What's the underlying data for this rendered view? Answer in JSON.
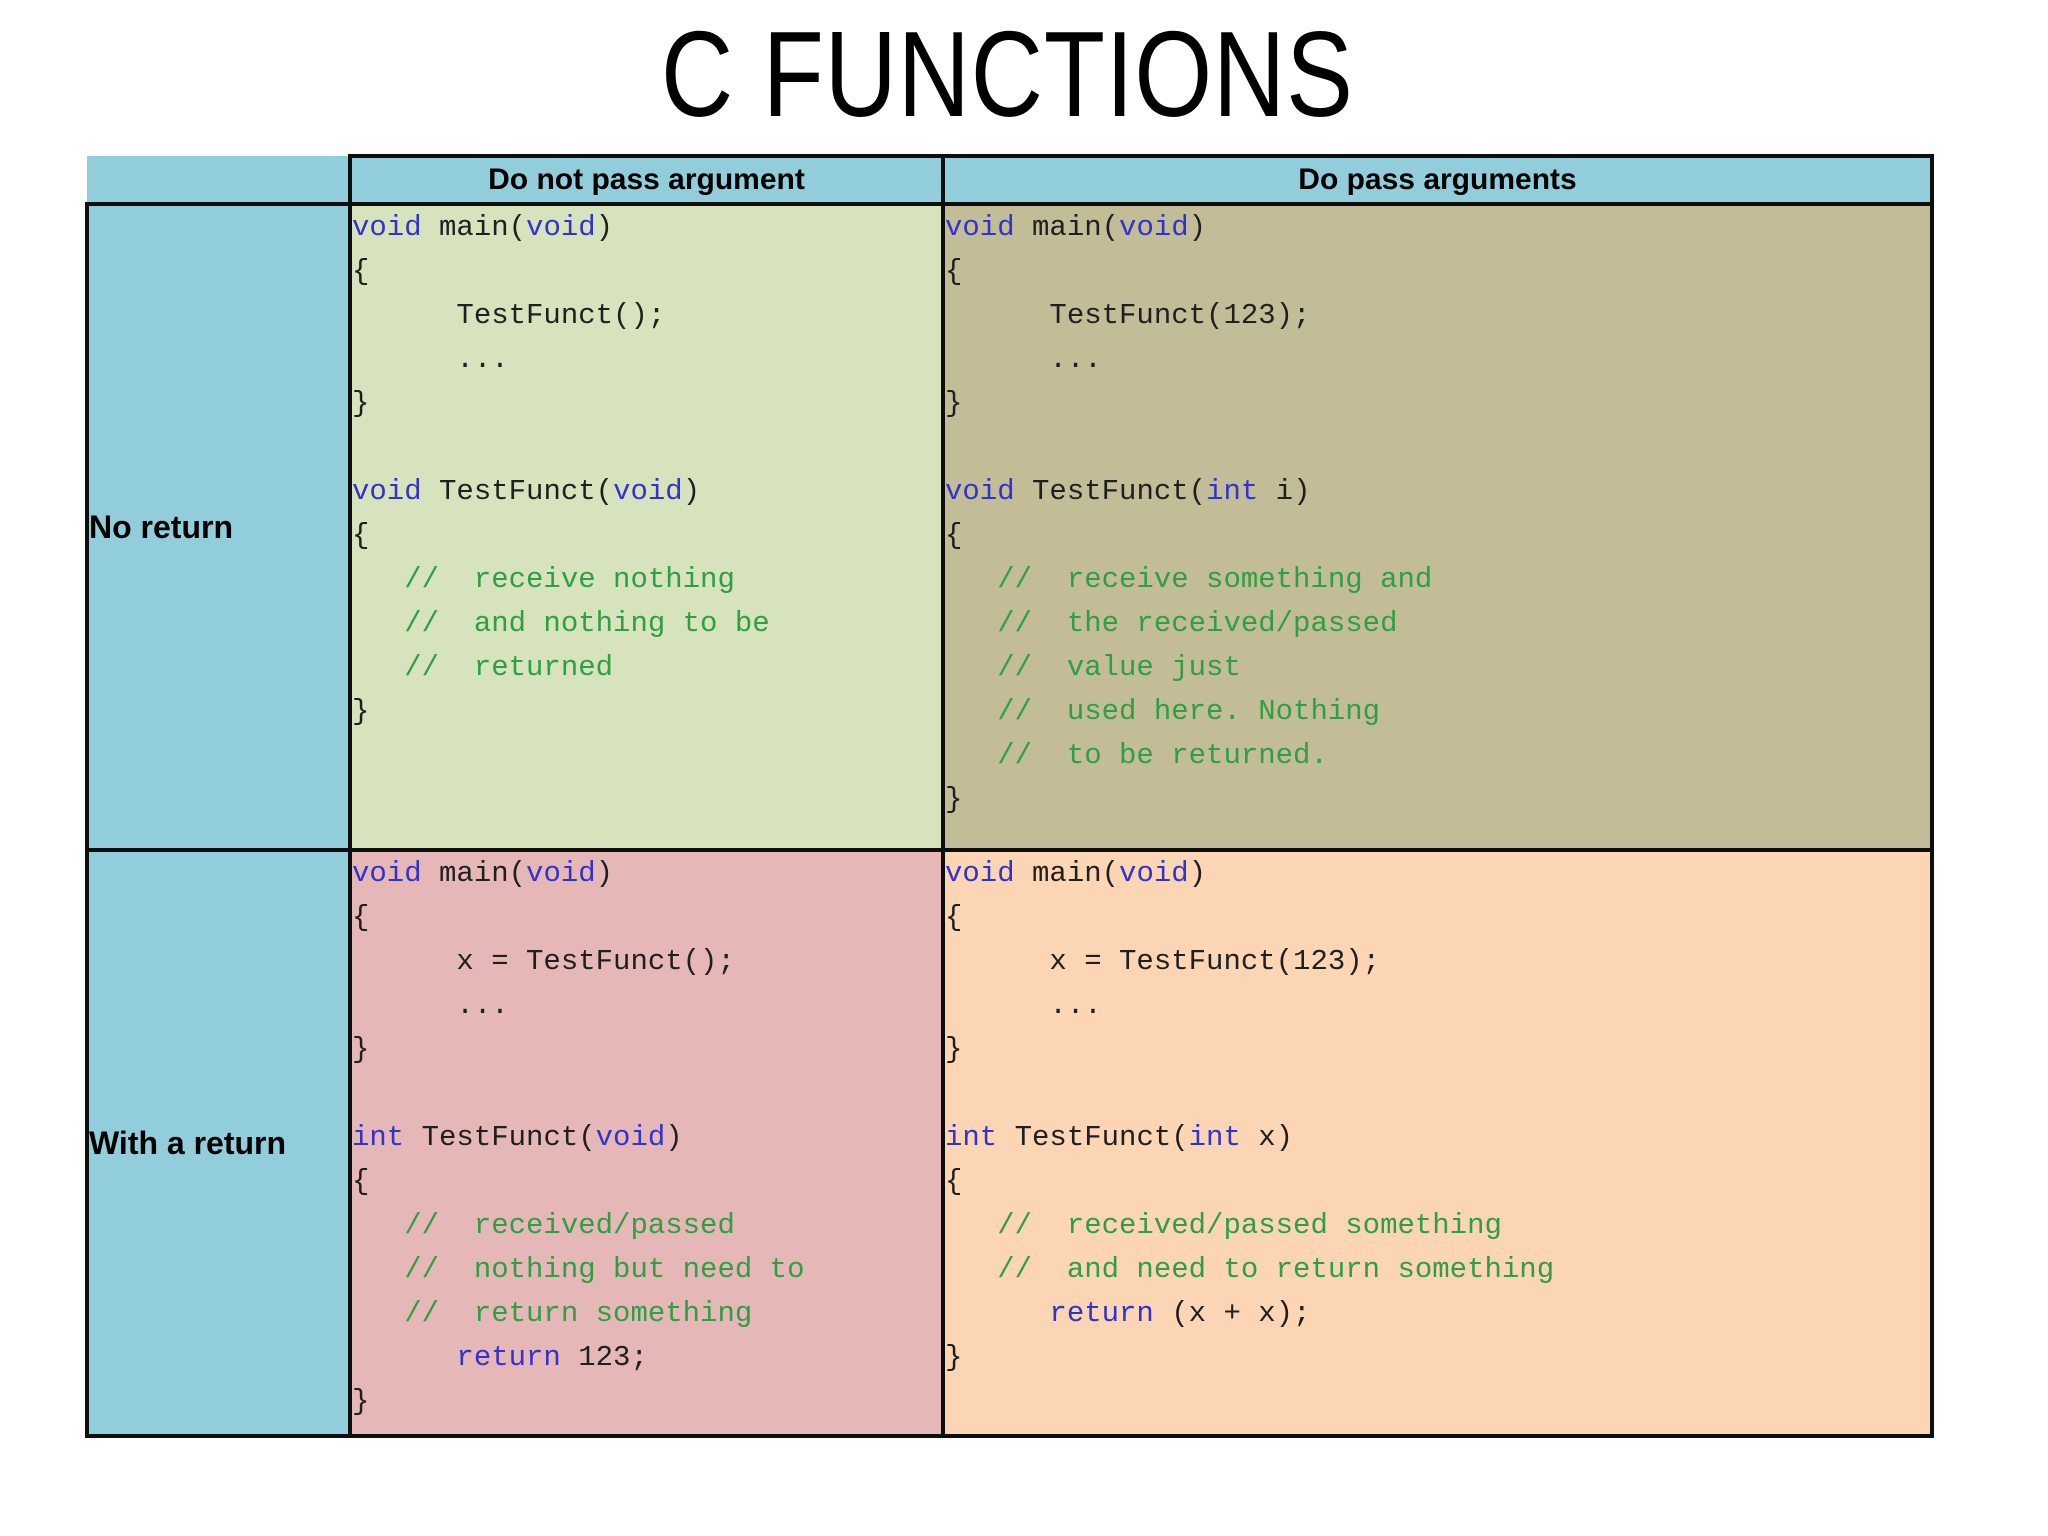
{
  "title": "C FUNCTIONS",
  "colors": {
    "header_bg": "#92cddc",
    "cell_green": "#d6e3bc",
    "cell_tan": "#c3bd97",
    "cell_rose": "#e5b8b7",
    "cell_peach": "#fcd5b4",
    "keyword": "#3232cd",
    "comment": "#2f9e44",
    "code_text": "#1f1f1f",
    "border": "#0e0e0e"
  },
  "table": {
    "col_headers": [
      "Do not pass argument",
      "Do pass arguments"
    ],
    "row_headers": [
      "No return",
      "With a return"
    ],
    "cells": [
      {
        "id": "no-return-no-args",
        "bg": "#d6e3bc",
        "lines": [
          [
            [
              "k",
              "void"
            ],
            [
              "p",
              " main("
            ],
            [
              "k",
              "void"
            ],
            [
              "p",
              ")"
            ]
          ],
          [
            [
              "p",
              "{"
            ]
          ],
          [
            [
              "p",
              "      TestFunct();"
            ]
          ],
          [
            [
              "p",
              "      ..."
            ]
          ],
          [
            [
              "p",
              "}"
            ]
          ],
          [],
          [
            [
              "k",
              "void"
            ],
            [
              "p",
              " TestFunct("
            ],
            [
              "k",
              "void"
            ],
            [
              "p",
              ")"
            ]
          ],
          [
            [
              "p",
              "{"
            ]
          ],
          [
            [
              "c",
              "   //  receive nothing"
            ]
          ],
          [
            [
              "c",
              "   //  and nothing to be"
            ]
          ],
          [
            [
              "c",
              "   //  returned"
            ]
          ],
          [
            [
              "p",
              "}"
            ]
          ]
        ]
      },
      {
        "id": "no-return-args",
        "bg": "#c3bd97",
        "lines": [
          [
            [
              "k",
              "void"
            ],
            [
              "p",
              " main("
            ],
            [
              "k",
              "void"
            ],
            [
              "p",
              ")"
            ]
          ],
          [
            [
              "p",
              "{"
            ]
          ],
          [
            [
              "p",
              "      TestFunct(123);"
            ]
          ],
          [
            [
              "p",
              "      ..."
            ]
          ],
          [
            [
              "p",
              "}"
            ]
          ],
          [],
          [
            [
              "k",
              "void"
            ],
            [
              "p",
              " TestFunct("
            ],
            [
              "k",
              "int"
            ],
            [
              "p",
              " i)"
            ]
          ],
          [
            [
              "p",
              "{"
            ]
          ],
          [
            [
              "c",
              "   //  receive something and"
            ]
          ],
          [
            [
              "c",
              "   //  the received/passed"
            ]
          ],
          [
            [
              "c",
              "   //  value just"
            ]
          ],
          [
            [
              "c",
              "   //  used here. Nothing"
            ]
          ],
          [
            [
              "c",
              "   //  to be returned."
            ]
          ],
          [
            [
              "p",
              "}"
            ]
          ]
        ]
      },
      {
        "id": "return-no-args",
        "bg": "#e5b8b7",
        "lines": [
          [
            [
              "k",
              "void"
            ],
            [
              "p",
              " main("
            ],
            [
              "k",
              "void"
            ],
            [
              "p",
              ")"
            ]
          ],
          [
            [
              "p",
              "{"
            ]
          ],
          [
            [
              "p",
              "      x = TestFunct();"
            ]
          ],
          [
            [
              "p",
              "      ..."
            ]
          ],
          [
            [
              "p",
              "}"
            ]
          ],
          [],
          [
            [
              "k",
              "int"
            ],
            [
              "p",
              " TestFunct("
            ],
            [
              "k",
              "void"
            ],
            [
              "p",
              ")"
            ]
          ],
          [
            [
              "p",
              "{"
            ]
          ],
          [
            [
              "c",
              "   //  received/passed"
            ]
          ],
          [
            [
              "c",
              "   //  nothing but need to"
            ]
          ],
          [
            [
              "c",
              "   //  return something"
            ]
          ],
          [
            [
              "p",
              "      "
            ],
            [
              "k",
              "return"
            ],
            [
              "p",
              " 123;"
            ]
          ],
          [
            [
              "p",
              "}"
            ]
          ]
        ]
      },
      {
        "id": "return-args",
        "bg": "#fcd5b4",
        "lines": [
          [
            [
              "k",
              "void"
            ],
            [
              "p",
              " main("
            ],
            [
              "k",
              "void"
            ],
            [
              "p",
              ")"
            ]
          ],
          [
            [
              "p",
              "{"
            ]
          ],
          [
            [
              "p",
              "      x = TestFunct(123);"
            ]
          ],
          [
            [
              "p",
              "      ..."
            ]
          ],
          [
            [
              "p",
              "}"
            ]
          ],
          [],
          [
            [
              "k",
              "int"
            ],
            [
              "p",
              " TestFunct("
            ],
            [
              "k",
              "int"
            ],
            [
              "p",
              " x)"
            ]
          ],
          [
            [
              "p",
              "{"
            ]
          ],
          [
            [
              "c",
              "   //  received/passed something"
            ]
          ],
          [
            [
              "c",
              "   //  and need to return something"
            ]
          ],
          [
            [
              "p",
              "      "
            ],
            [
              "k",
              "return"
            ],
            [
              "p",
              " (x + x);"
            ]
          ],
          [
            [
              "p",
              "}"
            ]
          ]
        ]
      }
    ]
  }
}
